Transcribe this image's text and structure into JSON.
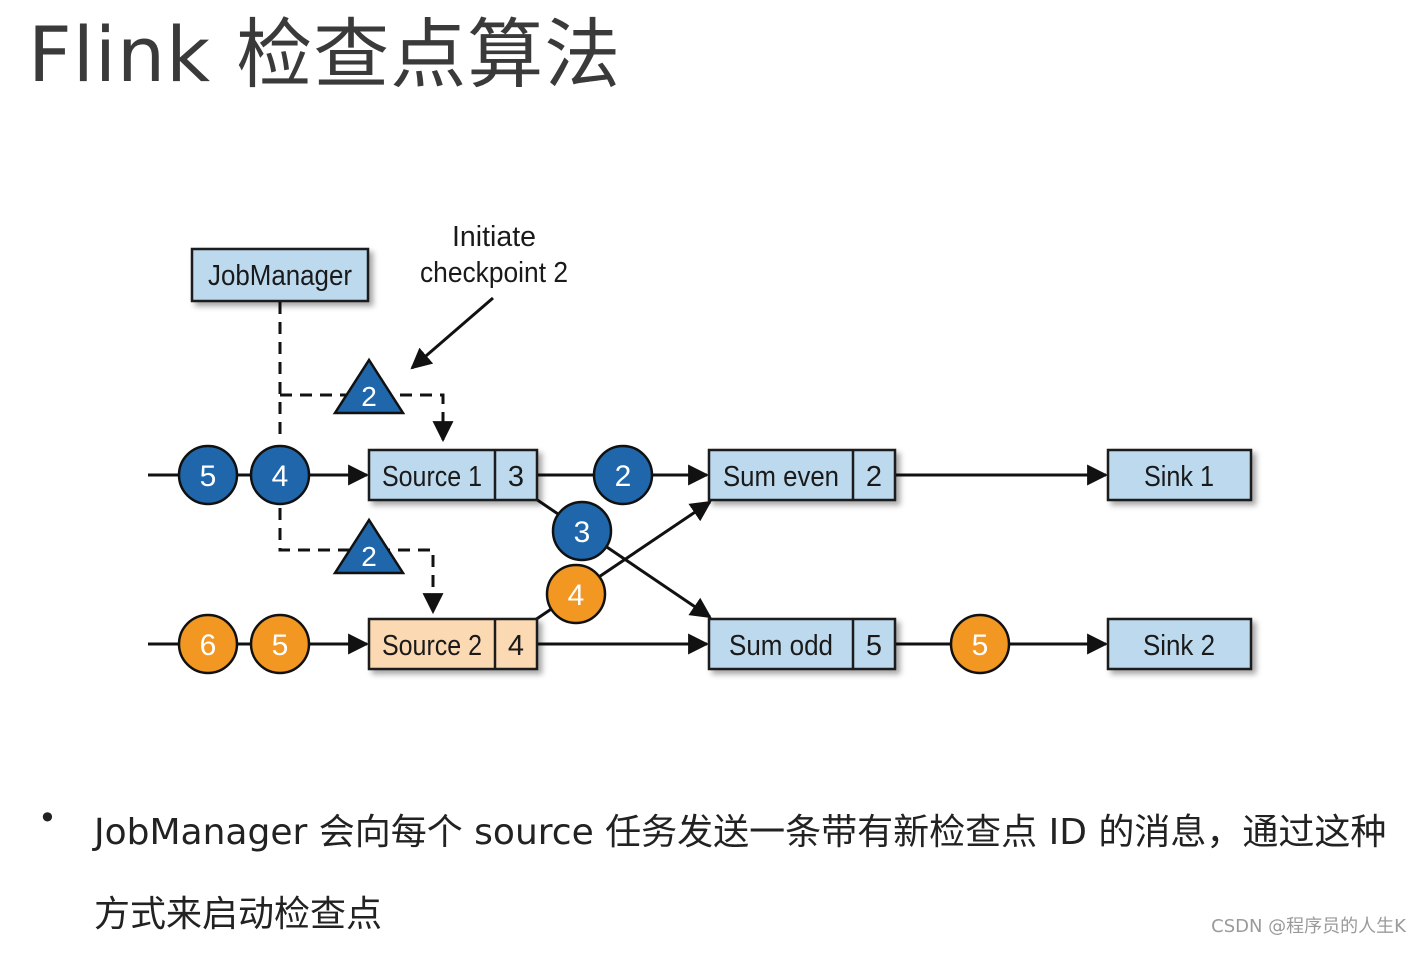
{
  "title": "Flink 检查点算法",
  "diagram": {
    "job_manager": "JobManager",
    "annotation_line1": "Initiate",
    "annotation_line2": "checkpoint 2",
    "barrier_label": "2",
    "source1": {
      "name": "Source 1",
      "state": "3"
    },
    "source2": {
      "name": "Source 2",
      "state": "4"
    },
    "sum_even": {
      "name": "Sum even",
      "state": "2"
    },
    "sum_odd": {
      "name": "Sum odd",
      "state": "5"
    },
    "sink1": "Sink 1",
    "sink2": "Sink 2",
    "records": {
      "in1_a": "5",
      "in1_b": "4",
      "in2_a": "6",
      "in2_b": "5",
      "s1_to_even": "2",
      "s1_to_odd": "3",
      "s2_to_even": "4",
      "odd_to_sink": "5"
    },
    "colors": {
      "blue_record": "#1f66ab",
      "orange_record": "#f29722",
      "box_blue": "#bcd9ee",
      "box_orange": "#fbd9b2",
      "barrier_blue": "#1f66ab"
    }
  },
  "paragraph": "JobManager 会向每个 source 任务发送一条带有新检查点 ID 的消息，通过这种方式来启动检查点",
  "watermark": "CSDN @程序员的人生K"
}
